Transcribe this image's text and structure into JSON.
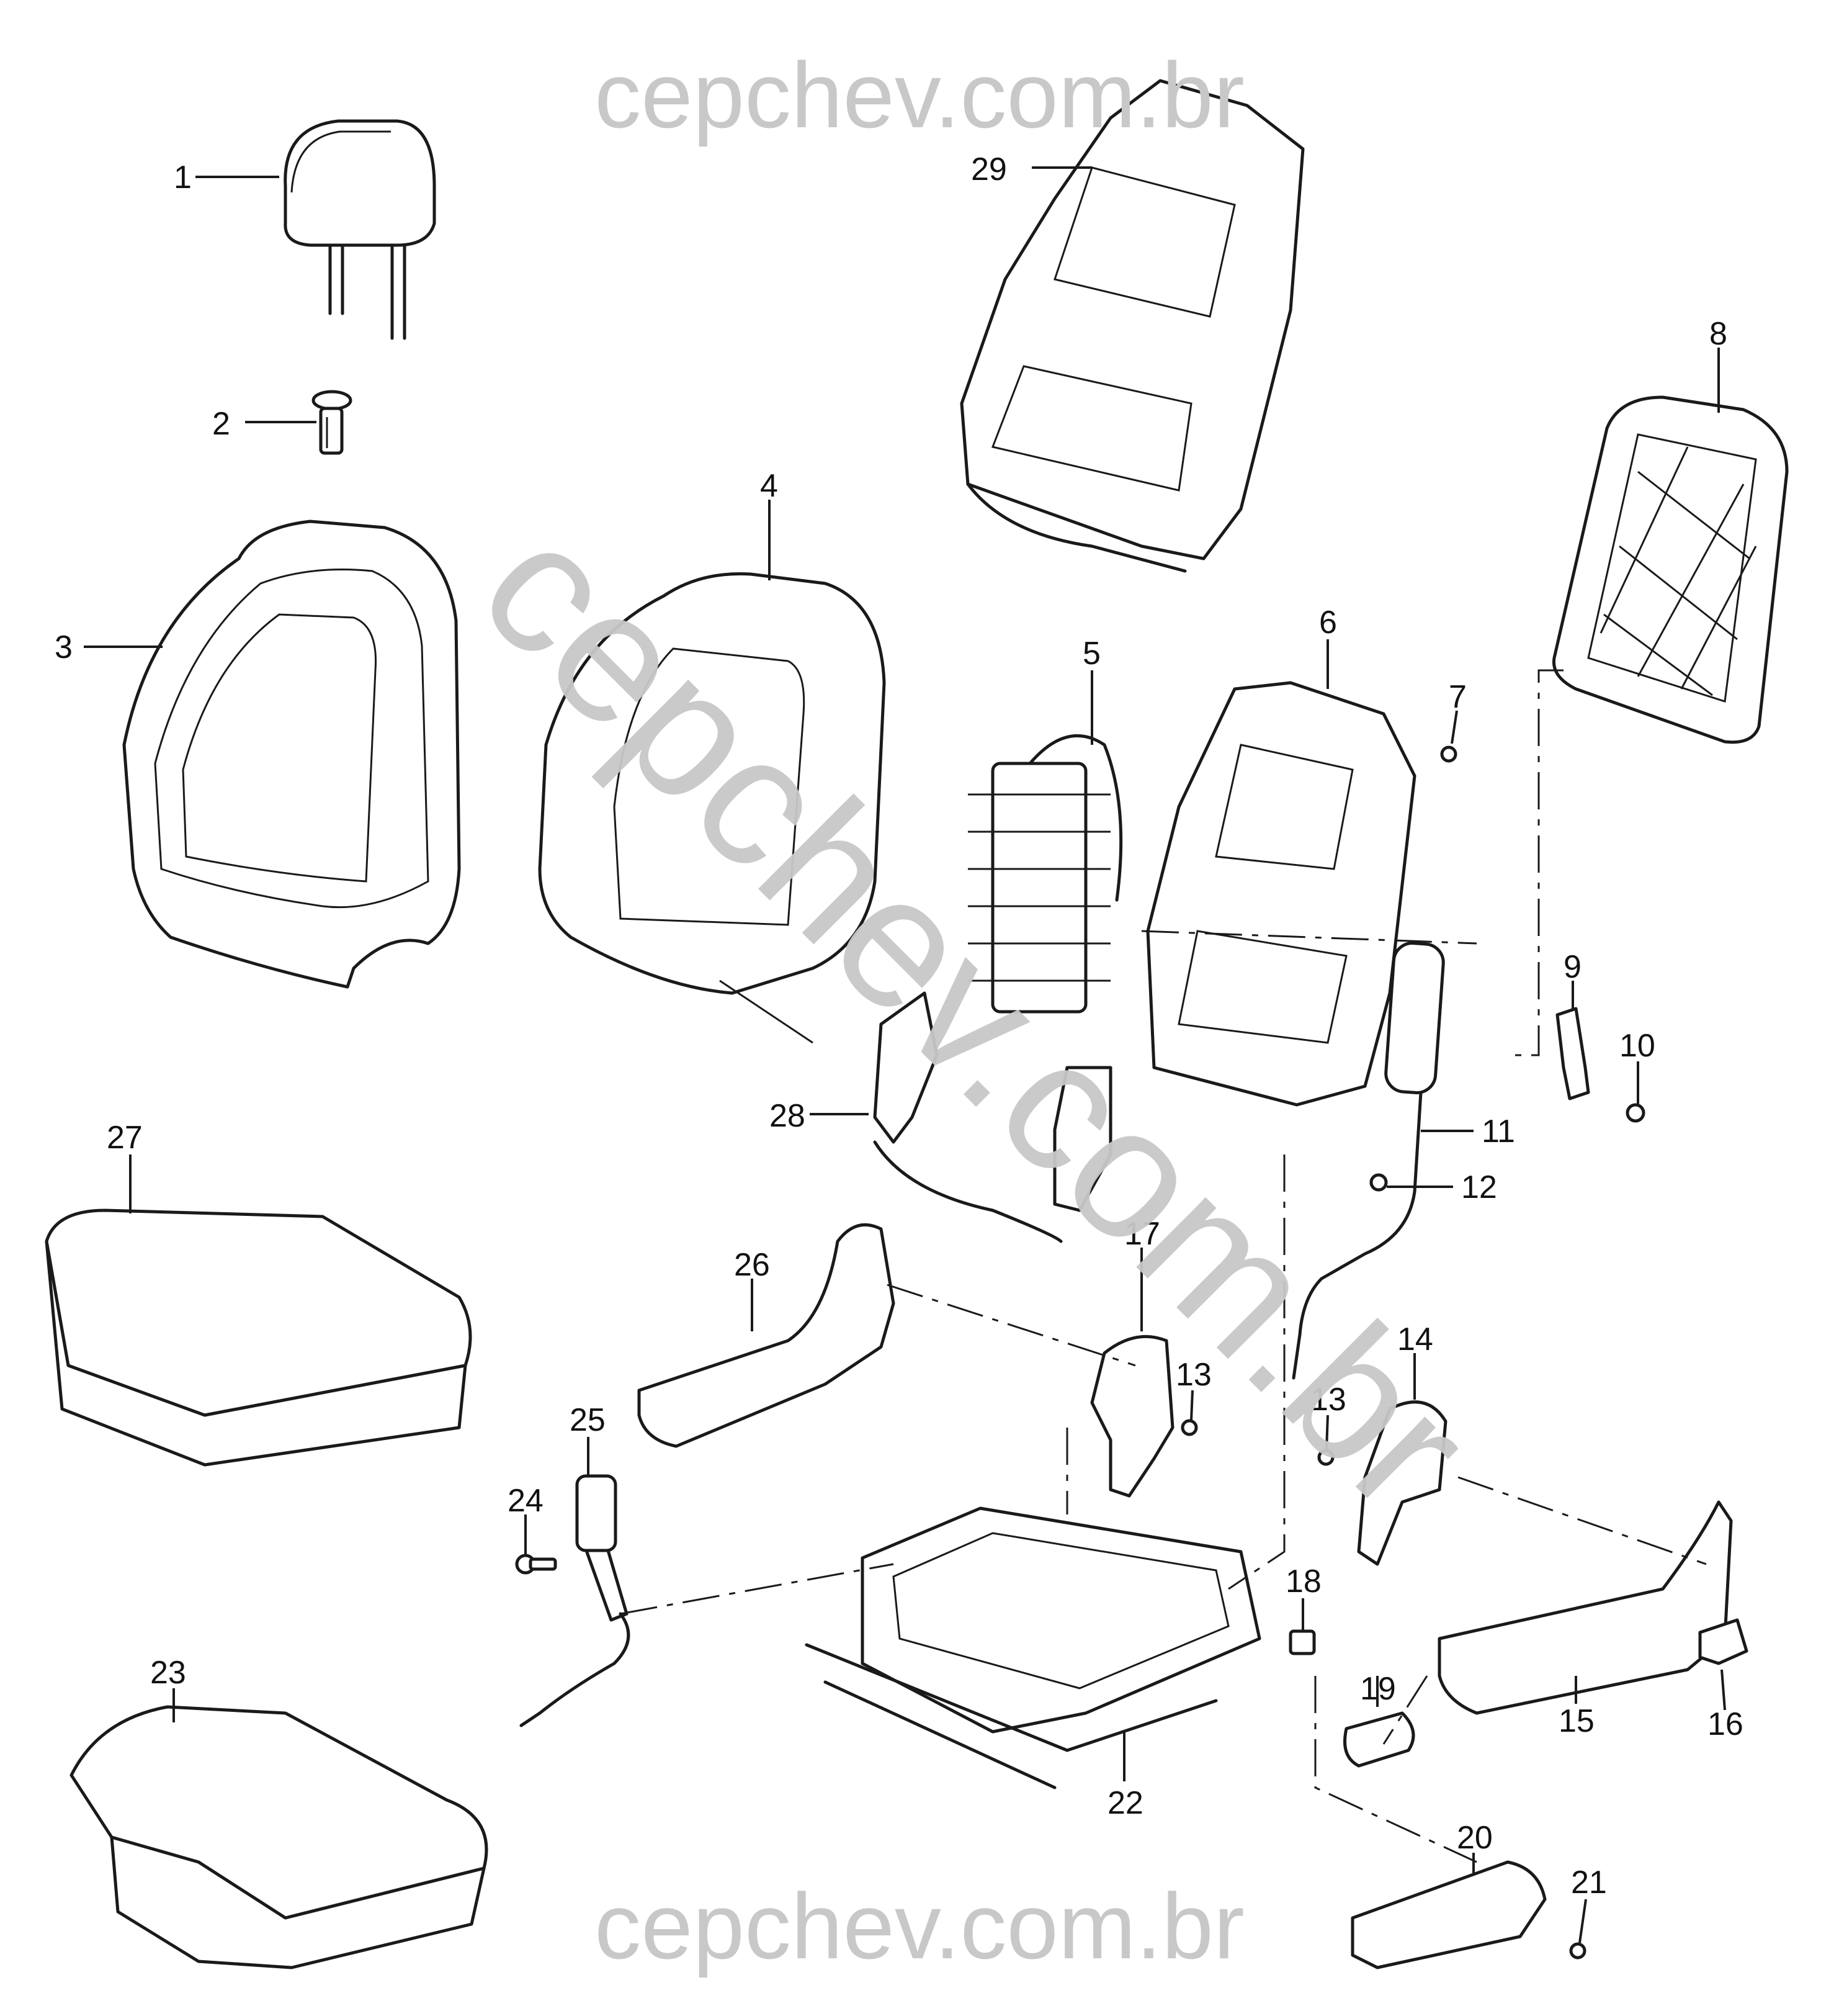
{
  "watermark": {
    "top": "cepchev.com.br",
    "bottom": "cepchev.com.br",
    "diagonal": "cepchev.com.br",
    "color": "#c8c8c8"
  },
  "callouts": {
    "c1": "1",
    "c2": "2",
    "c3": "3",
    "c4": "4",
    "c5": "5",
    "c6": "6",
    "c7": "7",
    "c8": "8",
    "c9": "9",
    "c10": "10",
    "c11": "11",
    "c12": "12",
    "c13a": "13",
    "c13b": "13",
    "c14": "14",
    "c15": "15",
    "c16": "16",
    "c17": "17",
    "c18": "18",
    "c19": "19",
    "c20": "20",
    "c21": "21",
    "c22": "22",
    "c23": "23",
    "c24": "24",
    "c25": "25",
    "c26": "26",
    "c27": "27",
    "c28": "28",
    "c29": "29"
  },
  "colors": {
    "line": "#1a1a1a",
    "background": "#ffffff"
  }
}
